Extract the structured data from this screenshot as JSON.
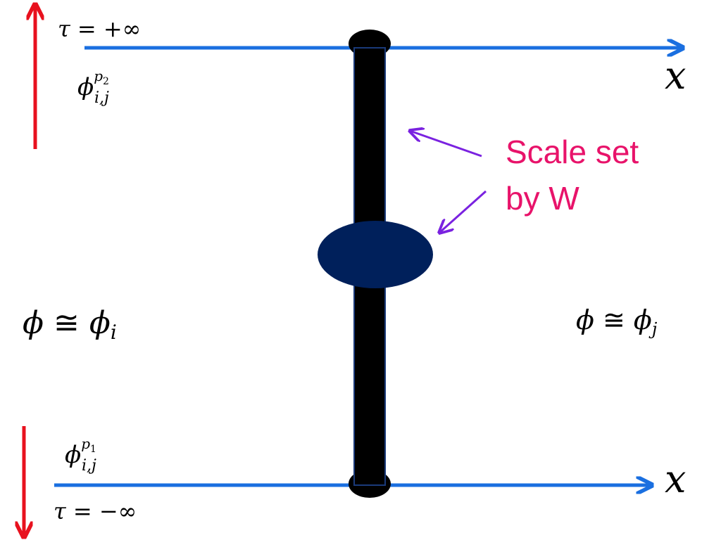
{
  "colors": {
    "axis_line": "#1a6fe0",
    "time_arrow": "#e8111e",
    "wall": "#000000",
    "blob": "#00205b",
    "annotation_text": "#e8136a",
    "annotation_arrow": "#7a22e0"
  },
  "top": {
    "tau_symbol": "τ",
    "tau_value": " = +∞",
    "field_base": "ϕ",
    "field_sup_var": "p",
    "field_sup_sub": "2",
    "field_sub": "i,j",
    "axis_label": "x"
  },
  "bottom": {
    "tau_symbol": "τ",
    "tau_value": " = −∞",
    "field_base": "ϕ",
    "field_sup_var": "p",
    "field_sup_sub": "1",
    "field_sub": "i,j",
    "axis_label": "x"
  },
  "left_region": {
    "lhs": "ϕ",
    "relation": " ≅ ",
    "rhs_base": "ϕ",
    "rhs_sub": "i"
  },
  "right_region": {
    "lhs": "ϕ",
    "relation": " ≅ ",
    "rhs_base": "ϕ",
    "rhs_sub": "j"
  },
  "annotation": {
    "line1": "Scale set",
    "line2": "by W"
  }
}
